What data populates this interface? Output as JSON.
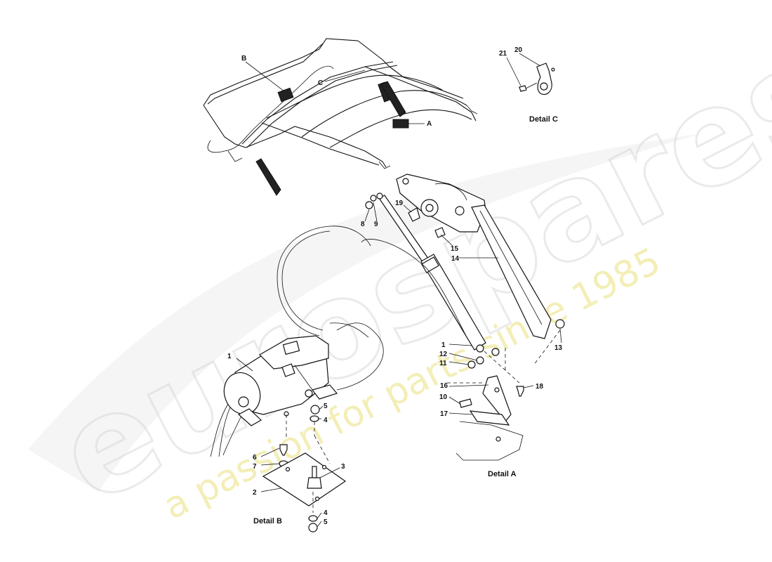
{
  "watermark": {
    "brand": "eurospares",
    "tagline": "a passion for parts since 1985"
  },
  "callouts": {
    "B": "B",
    "C": "C",
    "A": "A",
    "n21": "21",
    "n20": "20",
    "n8": "8",
    "n9": "9",
    "n19": "19",
    "n15": "15",
    "n14": "14",
    "n13": "13",
    "n1_detailA": "1",
    "n12": "12",
    "n11": "11",
    "n16": "16",
    "n18": "18",
    "n10": "10",
    "n17": "17",
    "n1_detailB": "1",
    "n5_top": "5",
    "n4_top": "4",
    "n6": "6",
    "n7": "7",
    "n3": "3",
    "n2": "2",
    "n4_bottom": "4",
    "n5_bottom": "5"
  },
  "captions": {
    "detail_a": "Detail A",
    "detail_b": "Detail B",
    "detail_c": "Detail C"
  }
}
